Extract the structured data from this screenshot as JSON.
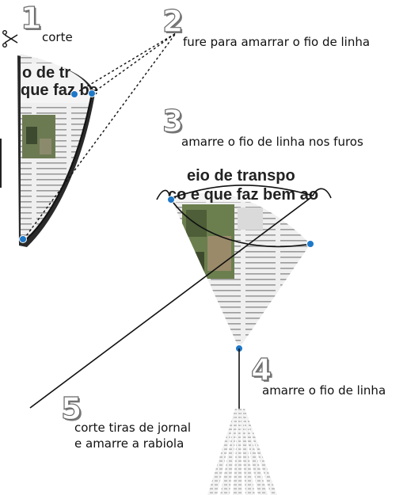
{
  "steps": [
    {
      "number": "1",
      "label": "corte"
    },
    {
      "number": "2",
      "label": "fure para amarrar o fio de linha"
    },
    {
      "number": "3",
      "label": "amarre o fio de linha nos furos"
    },
    {
      "number": "4",
      "label": "amarre o fio de linha"
    },
    {
      "number": "5",
      "label_line1": "corte tiras de jornal",
      "label_line2": "e amarre a rabiola"
    }
  ],
  "newspaper": {
    "left_headline_1": "o de tr",
    "left_headline_2": "que faz be",
    "kite_headline_1": "eio de transpo",
    "kite_headline_2": "co e que faz bem ao"
  },
  "icons": {
    "cut": "scissors-icon"
  },
  "colors": {
    "hole": "#1e78c8",
    "line": "#111111",
    "paper": "#e6e6e6"
  }
}
